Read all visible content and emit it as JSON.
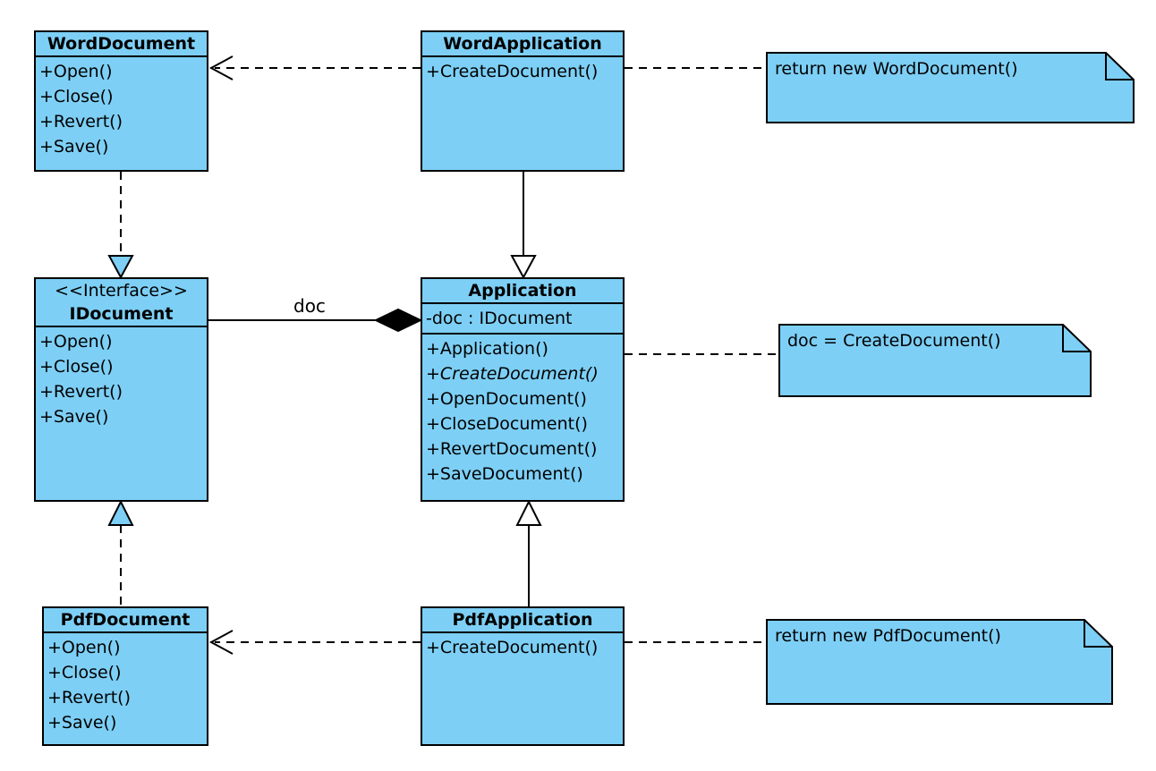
{
  "classes": {
    "word_document": {
      "name": "WordDocument",
      "operations": [
        "+Open()",
        "+Close()",
        "+Revert()",
        "+Save()"
      ]
    },
    "word_application": {
      "name": "WordApplication",
      "operations": [
        "+CreateDocument()"
      ]
    },
    "idocument": {
      "stereotype": "<<Interface>>",
      "name": "IDocument",
      "operations": [
        "+Open()",
        "+Close()",
        "+Revert()",
        "+Save()"
      ]
    },
    "application": {
      "name": "Application",
      "attributes": [
        "-doc : IDocument"
      ],
      "operations": [
        "+Application()",
        "+CreateDocument()",
        "+OpenDocument()",
        "+CloseDocument()",
        "+RevertDocument()",
        "+SaveDocument()"
      ]
    },
    "pdf_document": {
      "name": "PdfDocument",
      "operations": [
        "+Open()",
        "+Close()",
        "+Revert()",
        "+Save()"
      ]
    },
    "pdf_application": {
      "name": "PdfApplication",
      "operations": [
        "+CreateDocument()"
      ]
    }
  },
  "notes": {
    "word_note": "return new WordDocument()",
    "app_note": "doc = CreateDocument()",
    "pdf_note": "return new PdfDocument()"
  },
  "associations": {
    "doc_label": "doc"
  },
  "colors": {
    "class_fill": "#7dcff5",
    "line": "#000000"
  }
}
